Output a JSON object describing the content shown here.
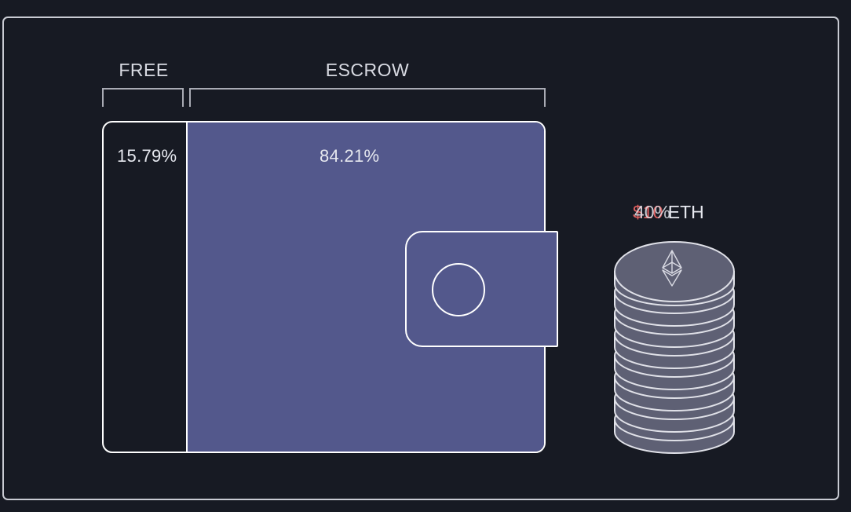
{
  "labels": {
    "free": "FREE",
    "escrow": "ESCROW"
  },
  "wallet": {
    "free_percent": "15.79%",
    "escrow_percent": "84.21%",
    "free_fraction": 0.1579,
    "escrow_fraction": 0.8421,
    "colors": {
      "escrow_fill": "#53588c",
      "outline": "#ffffff",
      "background": "#171a23"
    }
  },
  "coin_stack": {
    "amount_main": "40%",
    "amount_overlay": "$10",
    "unit": "ETH",
    "icon": "ethereum-icon",
    "colors": {
      "coin_fill": "#5e6074",
      "coin_edge": "#e0e1e8",
      "overlay_text": "#e06060"
    }
  }
}
